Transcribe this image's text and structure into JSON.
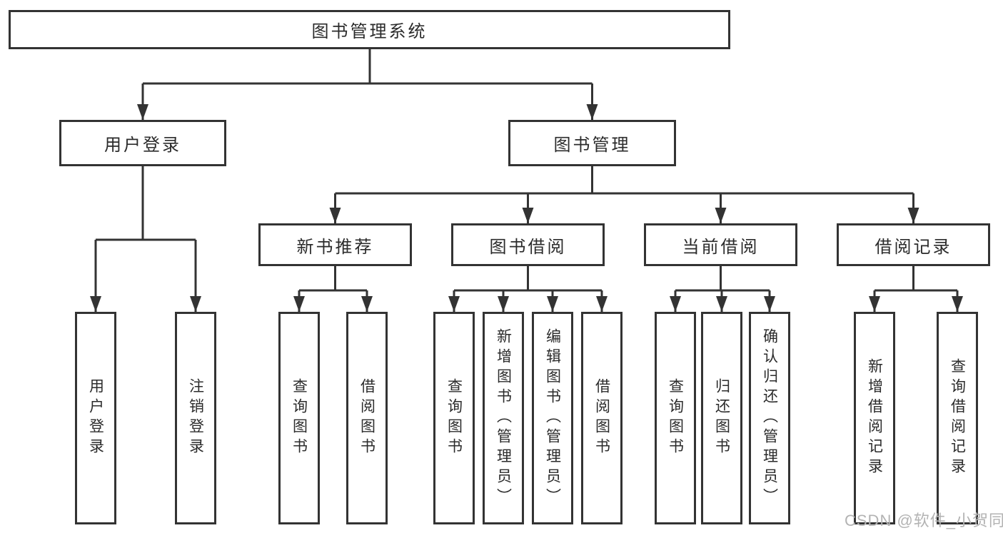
{
  "tree": {
    "label": "图书管理系统",
    "children": [
      {
        "label": "用户登录",
        "children": [
          {
            "label": "用户登录"
          },
          {
            "label": "注销登录"
          }
        ]
      },
      {
        "label": "图书管理",
        "children": [
          {
            "label": "新书推荐",
            "children": [
              {
                "label": "查询图书"
              },
              {
                "label": "借阅图书"
              }
            ]
          },
          {
            "label": "图书借阅",
            "children": [
              {
                "label": "查询图书"
              },
              {
                "label": "新增图书（管理员）"
              },
              {
                "label": "编辑图书（管理员）"
              },
              {
                "label": "借阅图书"
              }
            ]
          },
          {
            "label": "当前借阅",
            "children": [
              {
                "label": "查询图书"
              },
              {
                "label": "归还图书"
              },
              {
                "label": "确认归还（管理员）"
              }
            ]
          },
          {
            "label": "借阅记录",
            "children": [
              {
                "label": "新增借阅记录"
              },
              {
                "label": "查询借阅记录"
              }
            ]
          }
        ]
      }
    ]
  },
  "watermark": {
    "text": "CSDN @软件_小贺同学"
  },
  "colors": {
    "line": "#333333",
    "box_border": "#333333",
    "text": "#2b2b2b",
    "watermark": "#b3b3b3",
    "background": "#ffffff"
  }
}
